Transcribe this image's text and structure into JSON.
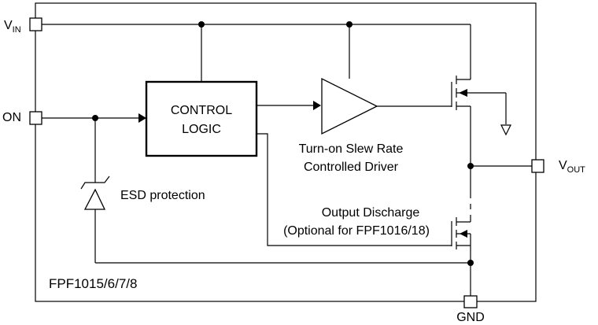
{
  "pins": {
    "vin": "V",
    "vin_sub": "IN",
    "on": "ON",
    "vout": "V",
    "vout_sub": "OUT",
    "gnd": "GND"
  },
  "blocks": {
    "control_logic_line1": "CONTROL",
    "control_logic_line2": "LOGIC",
    "driver_line1": "Turn-on Slew Rate",
    "driver_line2": "Controlled Driver",
    "esd": "ESD protection",
    "discharge_line1": "Output Discharge",
    "discharge_line2": "(Optional for FPF1016/18)"
  },
  "part_number": "FPF1015/6/7/8"
}
